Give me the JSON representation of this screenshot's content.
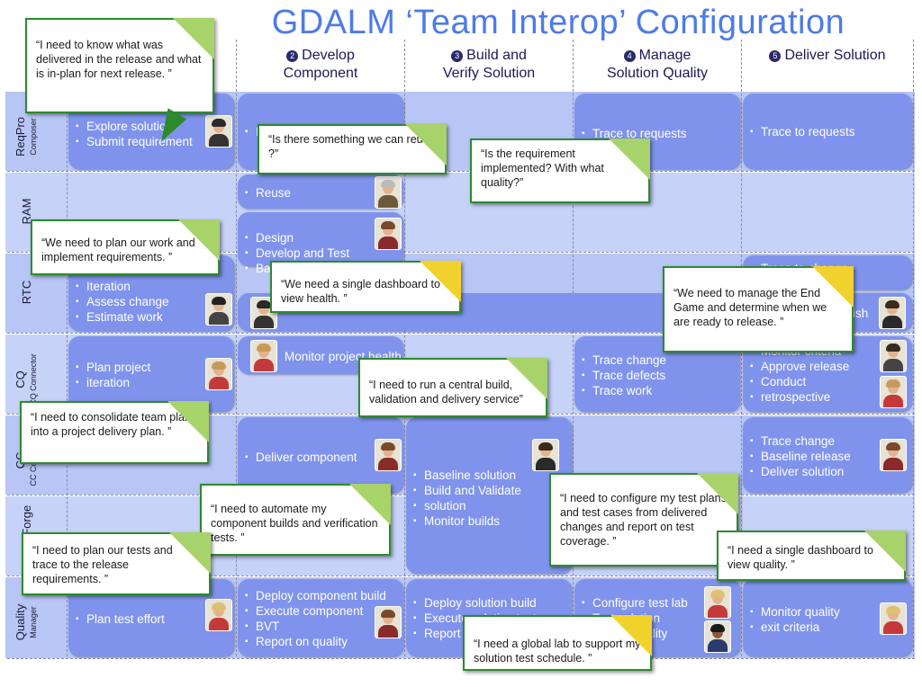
{
  "title": "GDALM ‘Team Interop’ Configuration",
  "columns": [
    {
      "num": "2",
      "label_line1": "Develop",
      "label_line2": "Component"
    },
    {
      "num": "3",
      "label_line1": "Build and",
      "label_line2": "Verify Solution"
    },
    {
      "num": "4",
      "label_line1": "Manage",
      "label_line2": "Solution Quality"
    },
    {
      "num": "5",
      "label_line1": "Deliver Solution",
      "label_line2": ""
    }
  ],
  "rows": [
    {
      "label": "ReqPro",
      "sub": "Composer"
    },
    {
      "label": "RAM",
      "sub": ""
    },
    {
      "label": "RTC",
      "sub": ""
    },
    {
      "label": "CQ",
      "sub": "CQ Connector"
    },
    {
      "label": "CC",
      "sub": "CC Connector"
    },
    {
      "label": "Build Forge",
      "sub": ""
    },
    {
      "label": "Quality",
      "sub": "Manager"
    }
  ],
  "boxes": {
    "reqpro_plan": [
      "Explore solution",
      "Submit requirement"
    ],
    "reqpro_dev": [
      "Is there something we can"
    ],
    "reqpro_quality": [
      "Trace to requests"
    ],
    "reqpro_deliver": [
      "Trace to requests"
    ],
    "ram_reuse": [
      "Reuse"
    ],
    "ram_design": [
      "Design",
      "Develop and Test",
      "Ba"
    ],
    "rtc_plan": [
      "Iteration",
      "Assess change",
      "Estimate work"
    ],
    "rtc_deliver_top": [
      "Trace to change"
    ],
    "rtc_deliver": [
      "Publish"
    ],
    "cq_plan": [
      "Plan project",
      "iteration"
    ],
    "cq_dev": [
      "Monitor project health"
    ],
    "cq_quality": [
      "Trace change",
      "Trace defects",
      "Trace work"
    ],
    "cq_deliver": [
      "Monitor criteria",
      "Approve release",
      "Conduct",
      "retrospective"
    ],
    "cc_dev": [
      "Deliver component"
    ],
    "cc_build": [
      "Baseline solution",
      "Build and Validate",
      "solution",
      "Monitor builds"
    ],
    "cc_deliver": [
      "Trace change",
      "Baseline release",
      "Deliver  solution"
    ],
    "qm_plan": [
      "Plan test effort"
    ],
    "qm_dev": [
      "Deploy component build",
      "Execute component",
      "BVT",
      "Report on quality"
    ],
    "qm_build": [
      "Deploy solution build",
      "Execute solution test",
      "Report"
    ],
    "qm_quality": [
      "Configure test lab",
      "Test solution",
      "Report quality"
    ],
    "qm_deliver": [
      "Monitor quality",
      "exit criteria"
    ]
  },
  "callouts": [
    "“I need to know what was delivered in the release and what is in-plan for next release. ”",
    "“Is there something we can reuse ?”",
    "“Is the requirement implemented? With what quality?”",
    "“We need to plan our work and implement requirements. ”",
    "“We need a single dashboard to view health. ”",
    "“We need to manage the End Game  and determine when we are ready to release. ”",
    "“I need to run a central build, validation and delivery service”",
    "“I need to consolidate team plans into a project delivery plan. ”",
    "“I need to automate my component builds and verification tests. ”",
    "“I need to configure my test plans and test cases from delivered changes and report on test coverage. ”",
    "“I need to plan our tests and trace to the release requirements. ”",
    "“I need a single dashboard to view quality. ”",
    "“I need a global lab to support my solution test schedule. ”"
  ],
  "colors": {
    "title": "#4d7be6",
    "box": "#7f93ec",
    "band": "#b8c6f5",
    "callout_border": "#2e8a2e",
    "fold_green": "#a8d26a",
    "fold_yellow": "#f1d22c"
  }
}
